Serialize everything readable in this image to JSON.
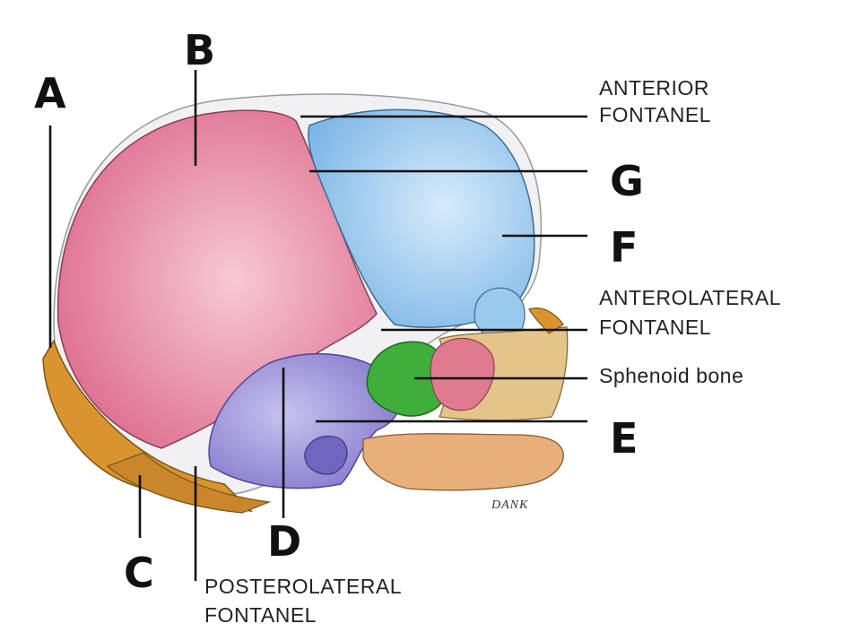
{
  "letters": {
    "a": "A",
    "b": "B",
    "c": "C",
    "d": "D",
    "e": "E",
    "f": "F",
    "g": "G"
  },
  "terms": {
    "anterior_fontanel_line1": "ANTERIOR",
    "anterior_fontanel_line2": "FONTANEL",
    "anterolateral_fontanel_line1": "ANTEROLATERAL",
    "anterolateral_fontanel_line2": "FONTANEL",
    "sphenoid_bone": "Sphenoid bone",
    "posterolateral_fontanel_line1": "POSTEROLATERAL",
    "posterolateral_fontanel_line2": "FONTANEL"
  },
  "signature": "DANK",
  "colors": {
    "parietal": "#e27a97",
    "frontal": "#8ec3ec",
    "occipital": "#d8952e",
    "temporal": "#9990d6",
    "sphenoid": "#3fae3a",
    "facial": "#e5c48a",
    "fontanel": "#f1f1f4"
  }
}
